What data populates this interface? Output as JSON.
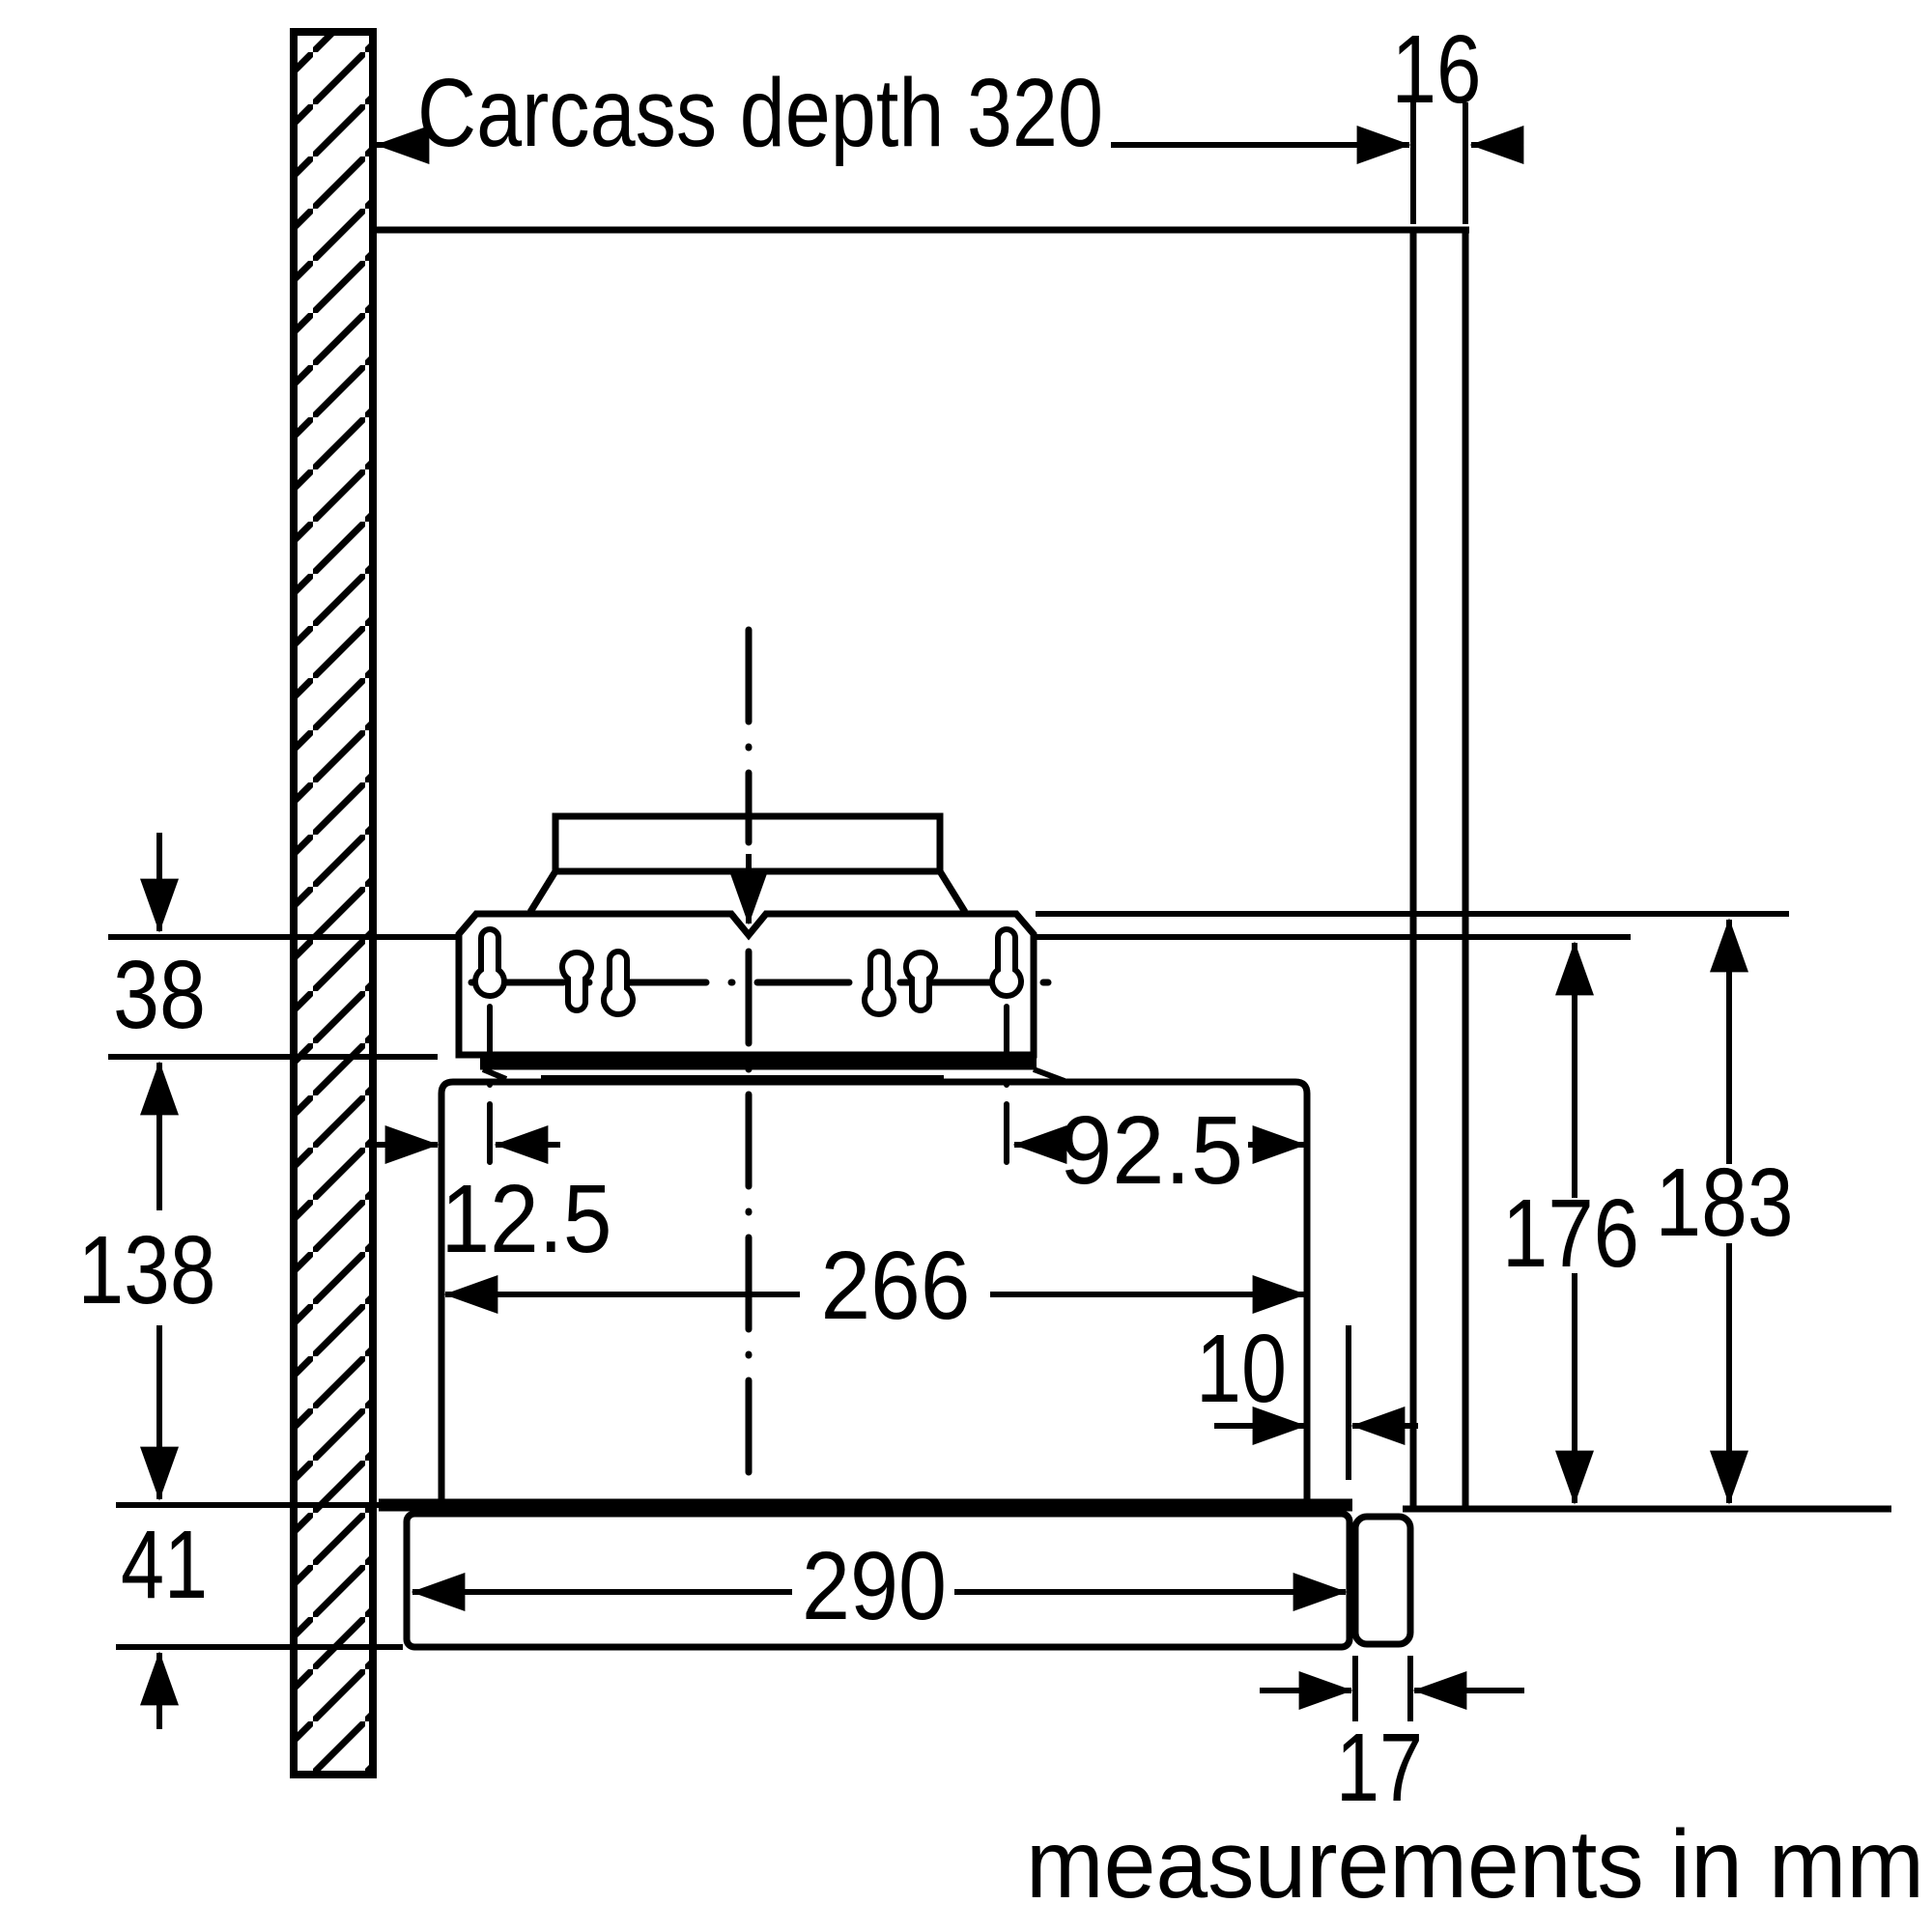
{
  "footer": {
    "note": "measurements in mm"
  },
  "dimensions": {
    "carcass_depth_label": "Carcass depth 320",
    "top_panel_thickness": "16",
    "top_clearance": "38",
    "body_height": "138",
    "visor_height": "41",
    "screw_offset_left": "12.5",
    "screw_offset_right": "92.5",
    "body_depth": "266",
    "front_gap": "10",
    "visor_depth": "290",
    "front_panel_thickness": "17",
    "height_inner": "176",
    "height_outer": "183"
  }
}
